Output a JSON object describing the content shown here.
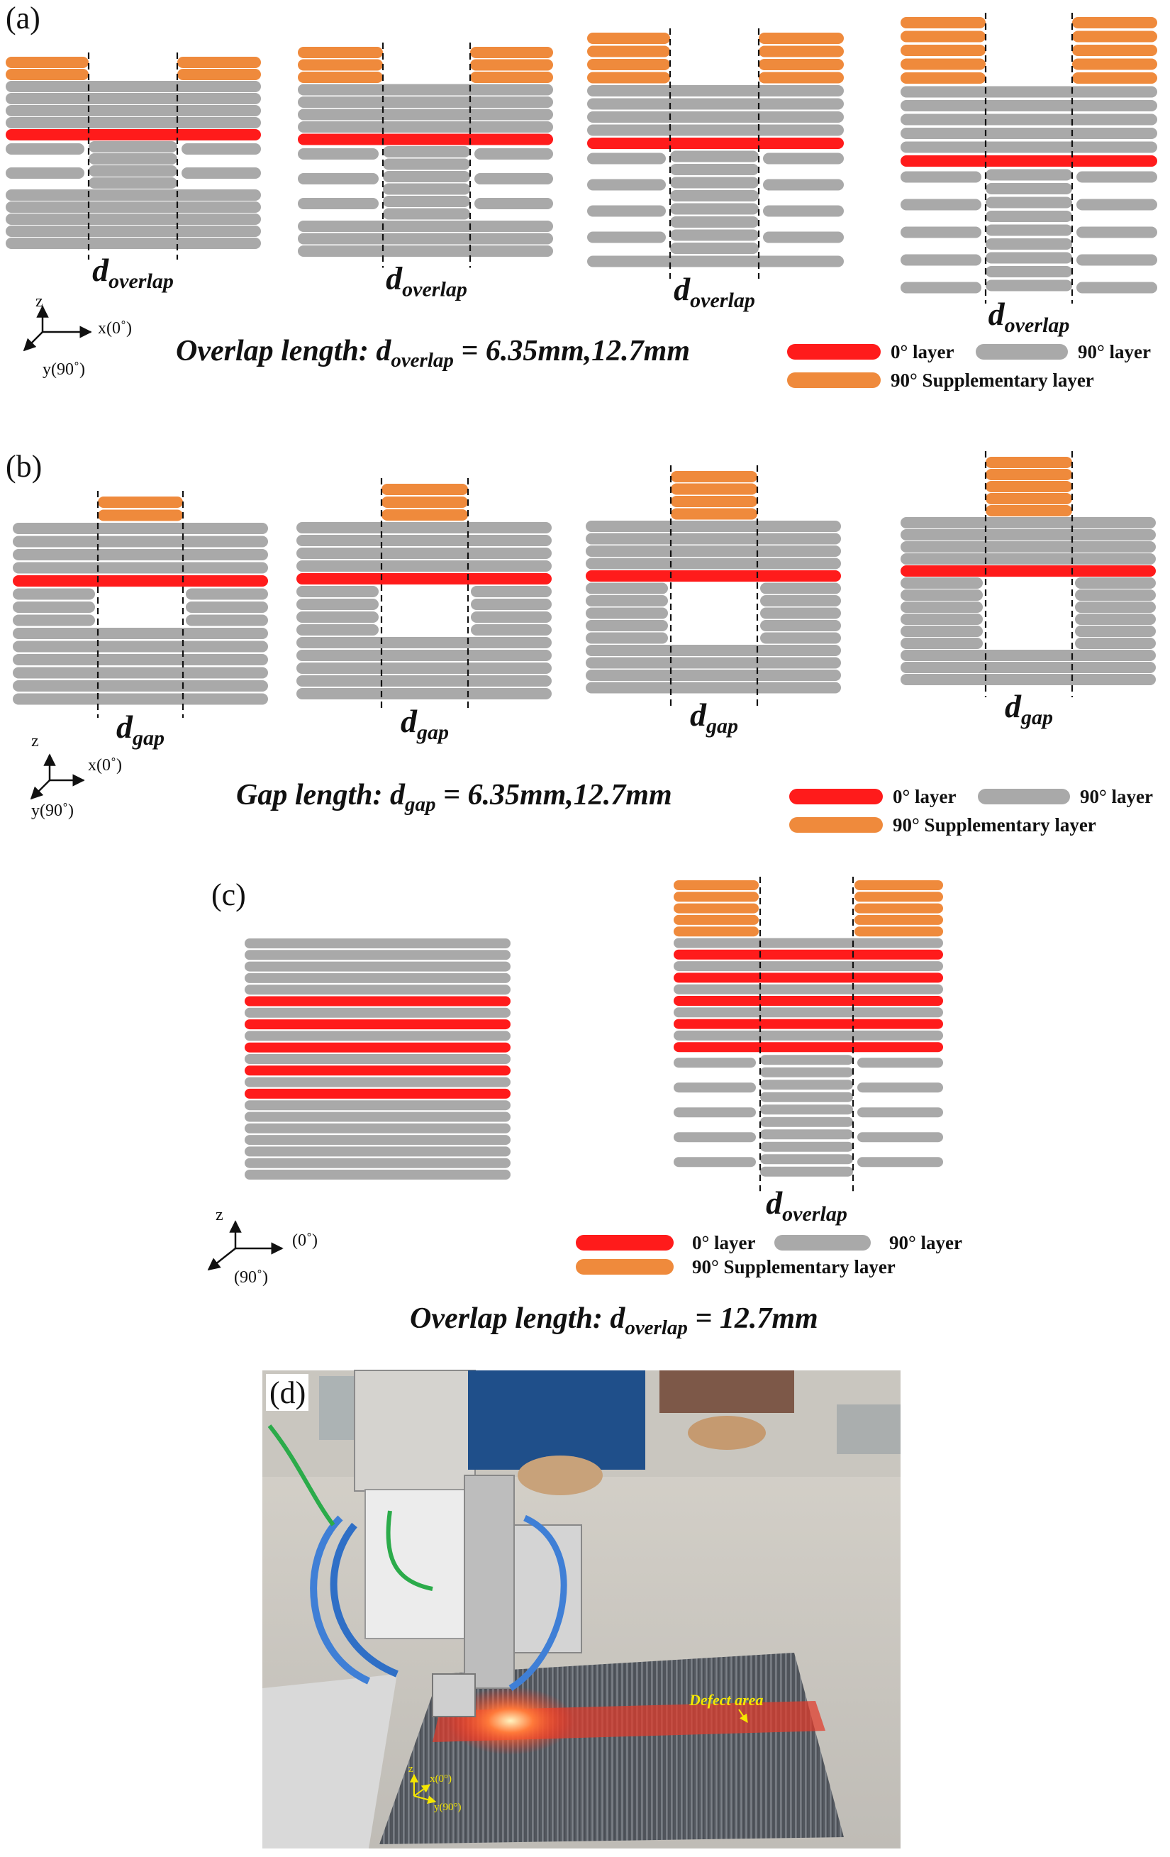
{
  "figure": {
    "colors": {
      "layer_0": "#ff1b1b",
      "layer_90": "#a9a9a9",
      "layer_90_supplementary": "#ef8a3c",
      "dashed_line": "#111111"
    },
    "legend": {
      "layer_0": "0° layer",
      "layer_90": "90° layer",
      "layer_90_supplementary": "90° Supplementary layer"
    },
    "panel_a": {
      "letter": "(a)",
      "d_symbol": "d",
      "d_subscript": "overlap",
      "caption_prefix": "Overlap length: ",
      "caption_symbol": "d",
      "caption_subscript": "overlap",
      "caption_value": " = 6.35mm,12.7mm",
      "axis_z": "z",
      "axis_x": "x(0˚)",
      "axis_y": "y(90˚)"
    },
    "panel_b": {
      "letter": "(b)",
      "d_symbol": "d",
      "d_subscript": "gap",
      "caption_prefix": "Gap length: ",
      "caption_symbol": "d",
      "caption_subscript": "gap",
      "caption_value": " = 6.35mm,12.7mm",
      "axis_z": "z",
      "axis_x": "x(0˚)",
      "axis_y": "y(90˚)"
    },
    "panel_c": {
      "letter": "(c)",
      "d_symbol": "d",
      "d_subscript": "overlap",
      "caption_prefix": "Overlap length: ",
      "caption_symbol": "d",
      "caption_subscript": "overlap",
      "caption_value": " = 12.7mm",
      "axis_z": "z",
      "axis_x": "(0˚)",
      "axis_y": "(90˚)"
    },
    "panel_d": {
      "letter": "(d)",
      "annotation": "Defect area",
      "axis_z": "z",
      "axis_x": "x(0°)",
      "axis_y": "y(90°)"
    }
  }
}
